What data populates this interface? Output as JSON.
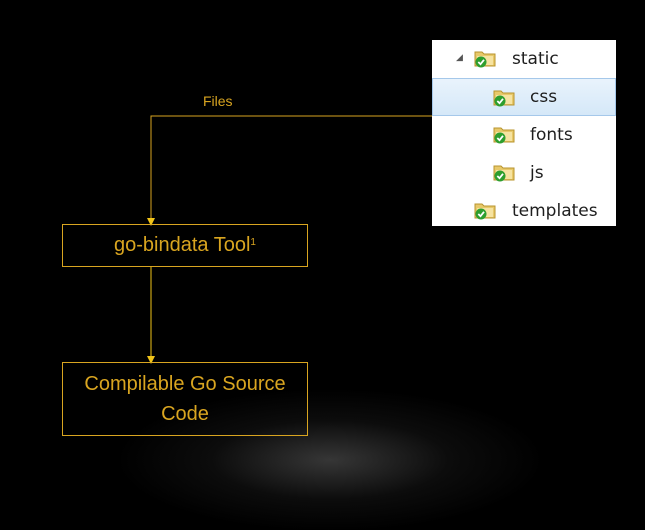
{
  "edge_label": "Files",
  "nodes": {
    "tool": {
      "label": "go-bindata Tool",
      "footnote": "1"
    },
    "output": {
      "label": "Compilable Go Source Code"
    }
  },
  "tree": {
    "items": [
      {
        "name": "static",
        "expanded": true,
        "selected": false,
        "icon": "folder-synced-icon"
      },
      {
        "name": "css",
        "selected": true,
        "icon": "folder-synced-icon"
      },
      {
        "name": "fonts",
        "selected": false,
        "icon": "folder-synced-icon"
      },
      {
        "name": "js",
        "selected": false,
        "icon": "folder-synced-icon"
      },
      {
        "name": "templates",
        "selected": false,
        "icon": "folder-synced-icon"
      }
    ]
  },
  "colors": {
    "background": "#000000",
    "accent": "#d9a520",
    "arrow": "#f0c419",
    "selection": "#d5e8f8",
    "check": "#2e9e2e"
  }
}
